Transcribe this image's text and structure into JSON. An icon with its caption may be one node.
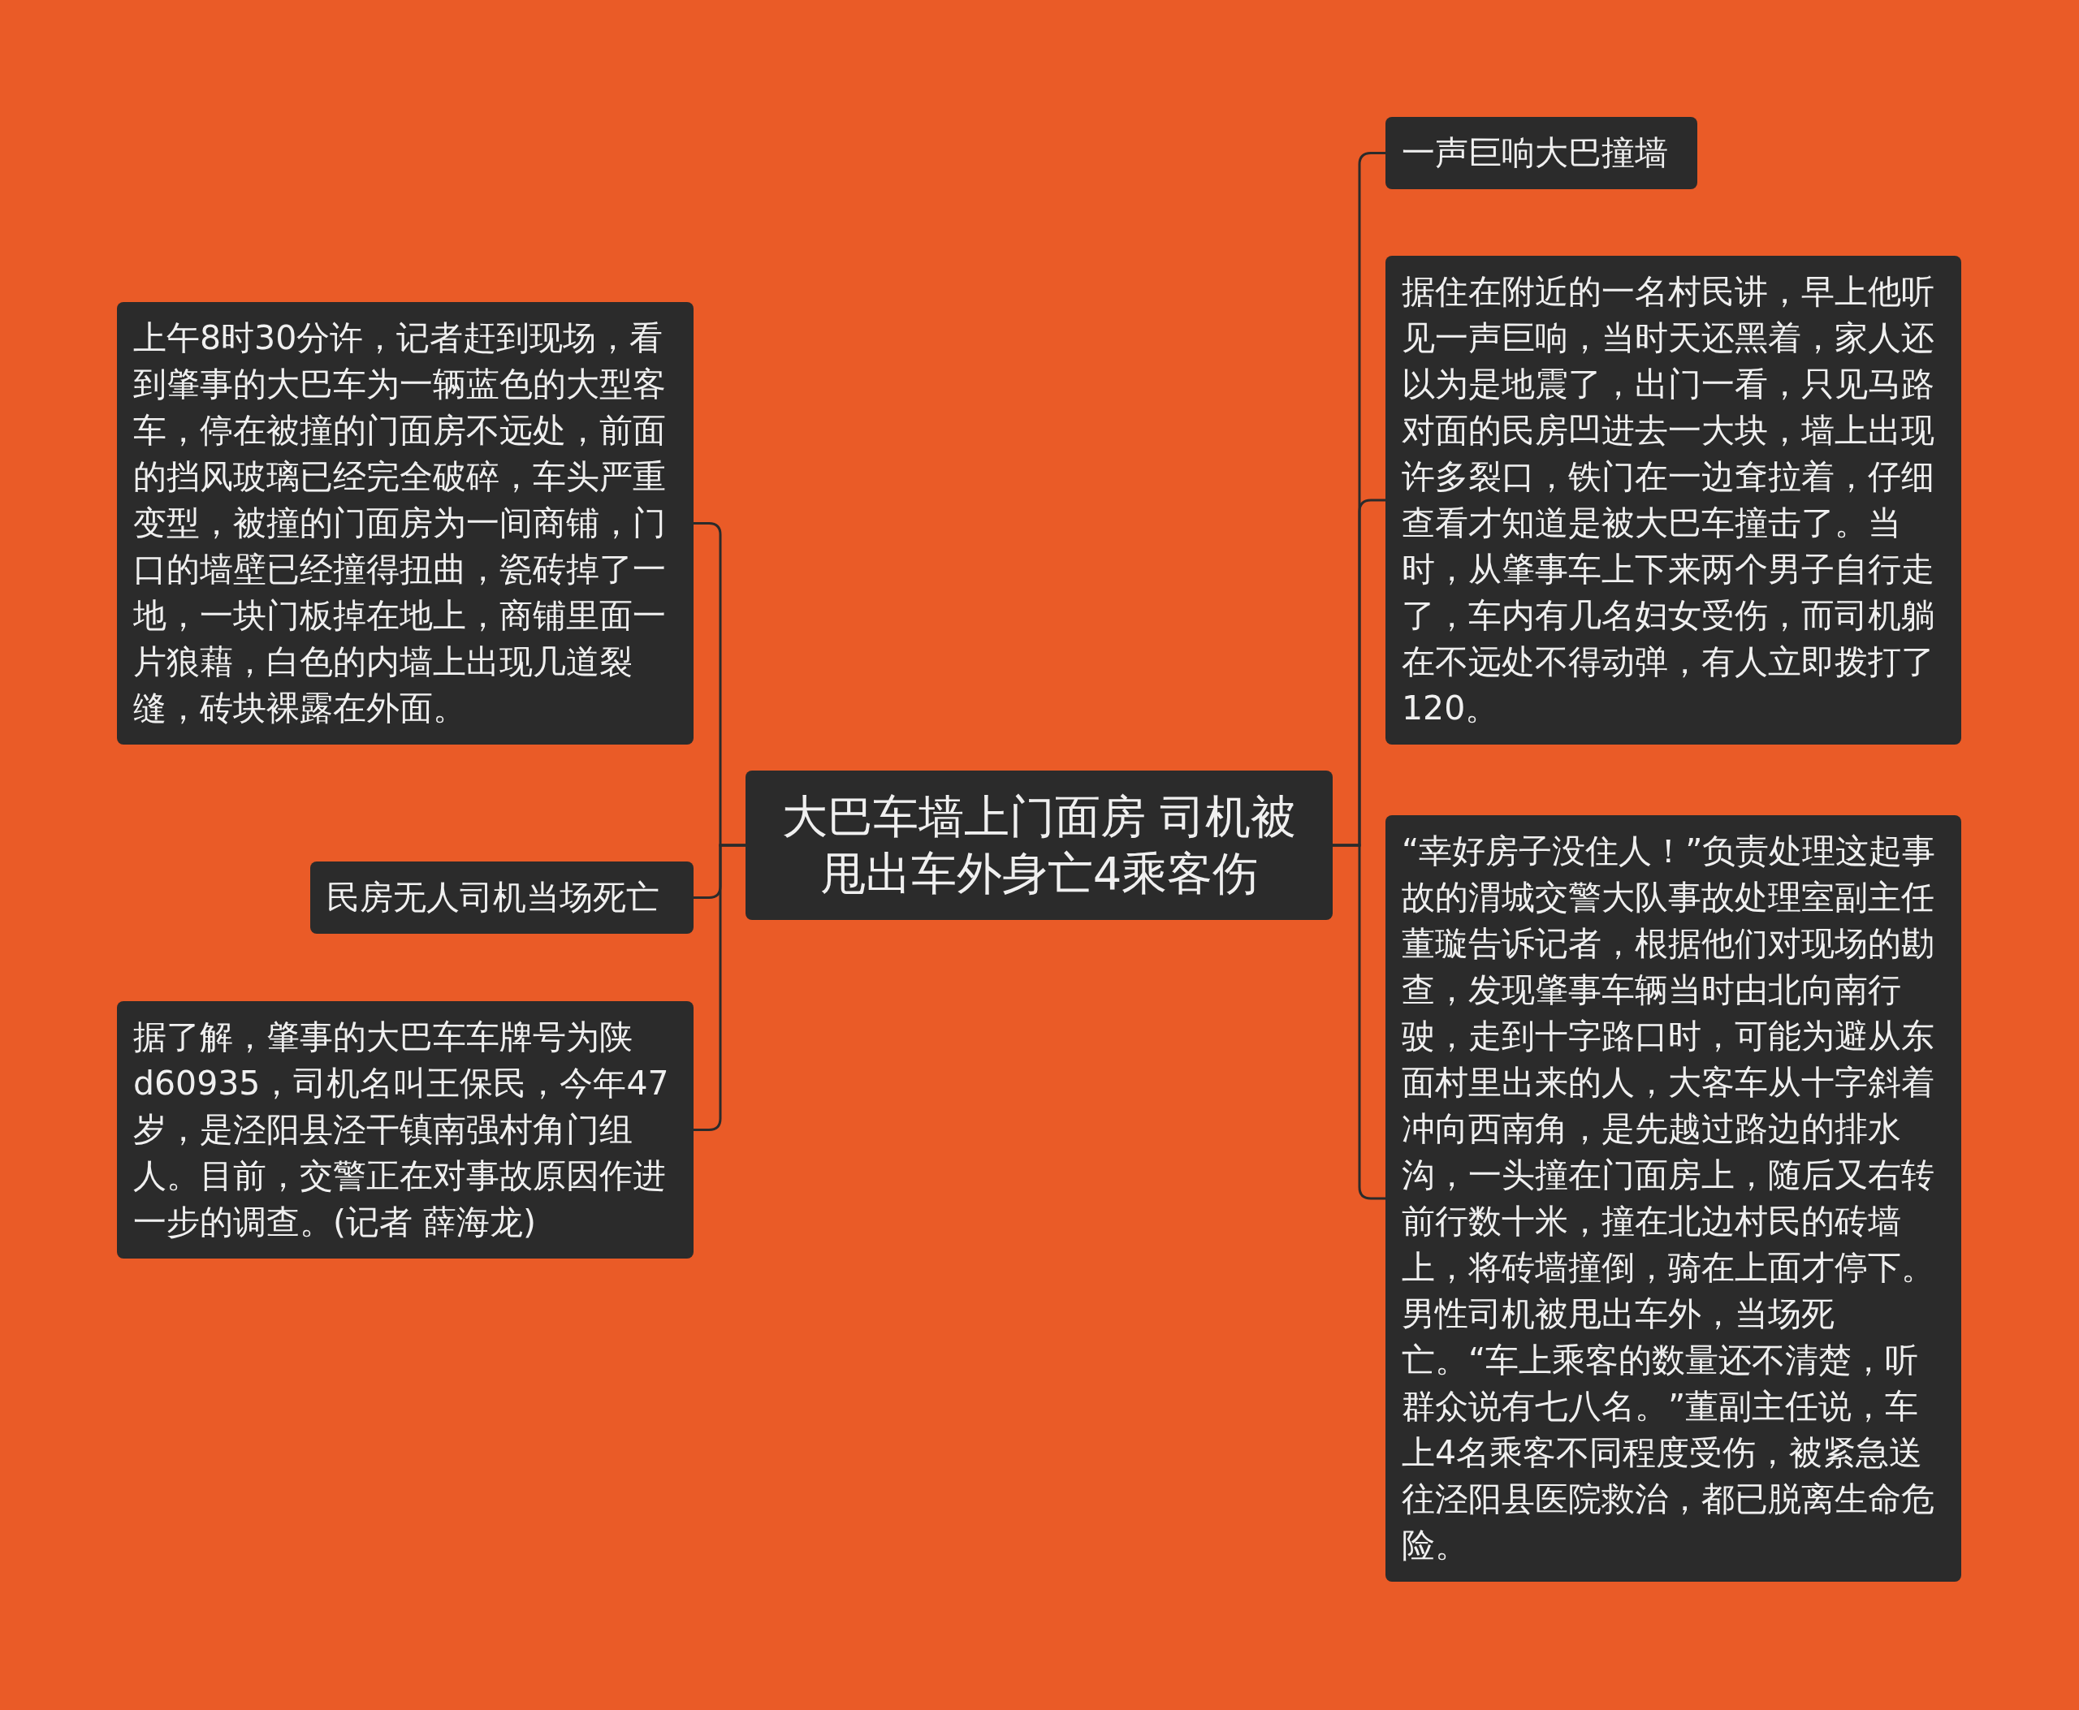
{
  "diagram": {
    "nodes": [
      {
        "text": [
          "大巴车墙上门面房 司机被甩出车外身亡4乘客伤"
        ]
      },
      {
        "text": [
          "上午8时30分许，记者赶到现场，看到肇事的大巴车为一辆蓝色的大型客车，停在被撞的门面房不远处，前面的挡风玻璃已经完全破碎，车头严重变型，被撞的门面房为一间商铺，门口的墙壁已经撞得扭曲，瓷砖掉了一地，一块门板掉在地上，商铺里面一片狼藉，白色的内墙上出现几道裂缝，砖块裸露在外面。"
        ]
      },
      {
        "text": [
          "民房无人司机当场死亡"
        ]
      },
      {
        "text": [
          "据了解，肇事的大巴车车牌号为陕d60935，司机名叫王保民，今年47岁，是泾阳县泾干镇南强村角门组人。目前，交警正在对事故原因作进一步的调查。(记者 薛海龙)"
        ]
      },
      {
        "text": [
          "一声巨响大巴撞墙"
        ]
      },
      {
        "text": [
          "据住在附近的一名村民讲，早上他听见一声巨响，当时天还黑着，家人还以为是地震了，出门一看，只见马路对面的民房凹进去一大块，墙上出现许多裂口，铁门在一边耷拉着，仔细查看才知道是被大巴车撞击了。当时，从肇事车上下来两个男子自行走了，车内有几名妇女受伤，而司机躺在不远处不得动弹，有人立即拨打了120。"
        ]
      },
      {
        "text": [
          "“幸好房子没住人！”负责处理这起事故的渭城交警大队事故处理室副主任董璇告诉记者，根据他们对现场的勘查，发现肇事车辆当时由北向南行驶，走到十字路口时，可能为避从东面村里出来的人，大客车从十字斜着冲向西南角，是先越过路边的排水沟，一头撞在门面房上，随后又右转前行数十米，撞在北边村民的砖墙上，将砖墙撞倒，骑在上面才停下。男性司机被甩出车外，当场死亡。“车上乘客的数量还不清楚，听群众说有七八名。”董副主任说，车上4名乘客不同程度受伤，被紧急送往泾阳县医院救治，都已脱离生命危险。"
        ]
      }
    ],
    "edges": [
      {
        "from": 0,
        "to": 1,
        "arrow": "none"
      },
      {
        "from": 0,
        "to": 2,
        "arrow": "none"
      },
      {
        "from": 0,
        "to": 3,
        "arrow": "none"
      },
      {
        "from": 0,
        "to": 4,
        "arrow": "none"
      },
      {
        "from": 0,
        "to": 5,
        "arrow": "none"
      },
      {
        "from": 0,
        "to": 6,
        "arrow": "none"
      }
    ]
  }
}
